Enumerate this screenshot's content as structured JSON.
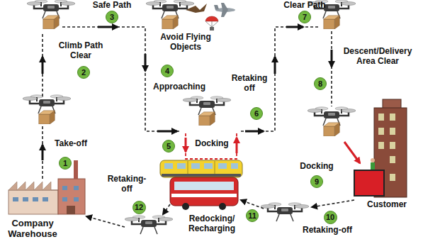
{
  "diagram": {
    "nodes": [
      {
        "text": [
          "1"
        ]
      },
      {
        "text": [
          "2"
        ]
      },
      {
        "text": [
          "3"
        ]
      },
      {
        "text": [
          "4"
        ]
      },
      {
        "text": [
          "5"
        ]
      },
      {
        "text": [
          "6"
        ]
      },
      {
        "text": [
          "7"
        ]
      },
      {
        "text": [
          "8"
        ]
      },
      {
        "text": [
          "9"
        ]
      },
      {
        "text": [
          "10"
        ]
      },
      {
        "text": [
          "11"
        ]
      },
      {
        "text": [
          "12"
        ]
      }
    ],
    "labels": [
      "Safe Path",
      "Clear Path",
      "Climb Path Clear",
      "Avoid Flying Objects",
      "Approaching",
      "Retaking off",
      "Descent/Delivery Area Clear",
      "Take-off",
      "Docking",
      "Docking",
      "Customer",
      "Retaking- off",
      "Redocking/ Recharging",
      "Retaking-off",
      "Company Warehouse"
    ]
  }
}
